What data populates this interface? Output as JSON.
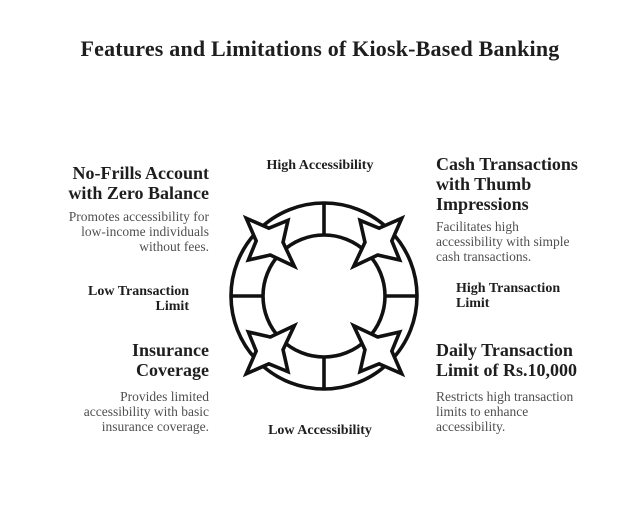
{
  "title": "Features and Limitations of Kiosk-Based Banking",
  "colors": {
    "heading_text": "#1e1e1e",
    "body_text": "#4f4f4f",
    "diagram_stroke": "#111111",
    "background": "#ffffff"
  },
  "diagram": {
    "top_label": "High Accessibility",
    "bottom_label": "Low Accessibility"
  },
  "left_column": {
    "feature_top": {
      "heading_lines": [
        "No-Frills Account",
        "with Zero Balance"
      ],
      "description_lines": [
        "Promotes accessibility for",
        "low-income individuals",
        "without fees."
      ]
    },
    "axis_label_lines": [
      "Low Transaction",
      "Limit"
    ],
    "feature_bottom": {
      "heading_lines": [
        "Insurance",
        "Coverage"
      ],
      "description_lines": [
        "Provides limited",
        "accessibility with basic",
        "insurance coverage."
      ]
    }
  },
  "right_column": {
    "feature_top": {
      "heading_lines": [
        "Cash Transactions",
        "with Thumb",
        "Impressions"
      ],
      "description_lines": [
        "Facilitates high",
        "accessibility with simple",
        "cash transactions."
      ]
    },
    "axis_label_lines": [
      "High Transaction",
      "Limit"
    ],
    "feature_bottom": {
      "heading_lines": [
        "Daily Transaction",
        "Limit of Rs.10,000"
      ],
      "description_lines": [
        "Restricts high transaction",
        "limits to enhance",
        "accessibility."
      ]
    }
  }
}
